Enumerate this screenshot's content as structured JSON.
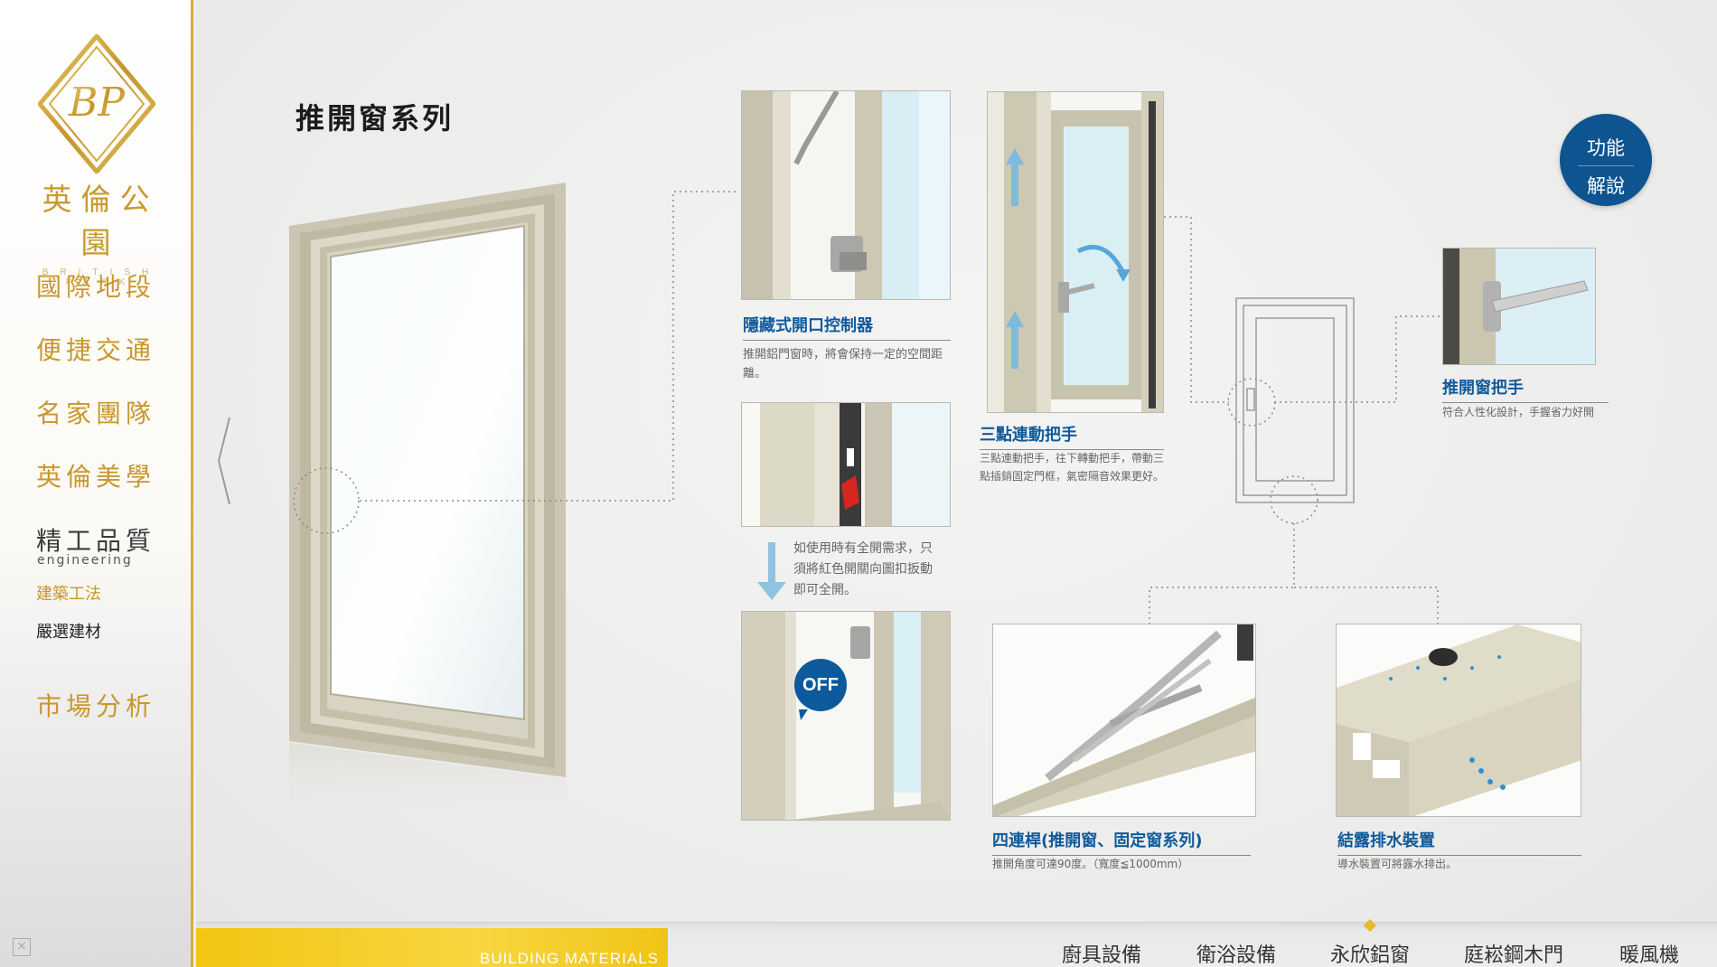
{
  "sidebar": {
    "logo_monogram": "BP",
    "logo_cn": "英倫公園",
    "logo_en": "BRITISH PARK",
    "nav": [
      {
        "label": "國際地段"
      },
      {
        "label": "便捷交通"
      },
      {
        "label": "名家團隊"
      },
      {
        "label": "英倫美學"
      },
      {
        "label": "精工品質"
      },
      {
        "label": "市場分析"
      }
    ],
    "active_sub_en": "engineering",
    "subnav": [
      {
        "label": "建築工法"
      },
      {
        "label": "嚴選建材"
      }
    ],
    "close_icon": "×"
  },
  "main": {
    "title": "推開窗系列",
    "func_button": {
      "line1": "功能",
      "line2": "解說"
    },
    "features": [
      {
        "title": "隱藏式開口控制器",
        "desc": "推開鋁門窗時，將會保持一定的空間距離。"
      },
      {
        "title": "三點連動把手",
        "desc": "三點連動把手，往下轉動把手，帶動三點插銷固定門框，氣密隔音效果更好。"
      },
      {
        "title": "推開窗把手",
        "desc": "符合人性化設計，手握省力好開"
      },
      {
        "title": "四連桿(推開窗、固定窗系列)",
        "desc": "推開角度可達90度。（寬度≦1000mm）"
      },
      {
        "title": "結露排水裝置",
        "desc": "導水裝置可將露水排出。"
      }
    ],
    "full_open_note": "如使用時有全開需求，只須將紅色開關向圖扣扳動即可全開。",
    "off_badge": "OFF"
  },
  "footer": {
    "tab_label": "BUILDING MATERIALS",
    "nav": [
      {
        "label": "廚具設備"
      },
      {
        "label": "衛浴設備"
      },
      {
        "label": "永欣鋁窗"
      },
      {
        "label": "庭崧鋼木門"
      },
      {
        "label": "暖風機"
      }
    ]
  },
  "colors": {
    "gold": "#c9972b",
    "blue": "#0f5a9c",
    "footer_yellow": "#f2c511"
  }
}
